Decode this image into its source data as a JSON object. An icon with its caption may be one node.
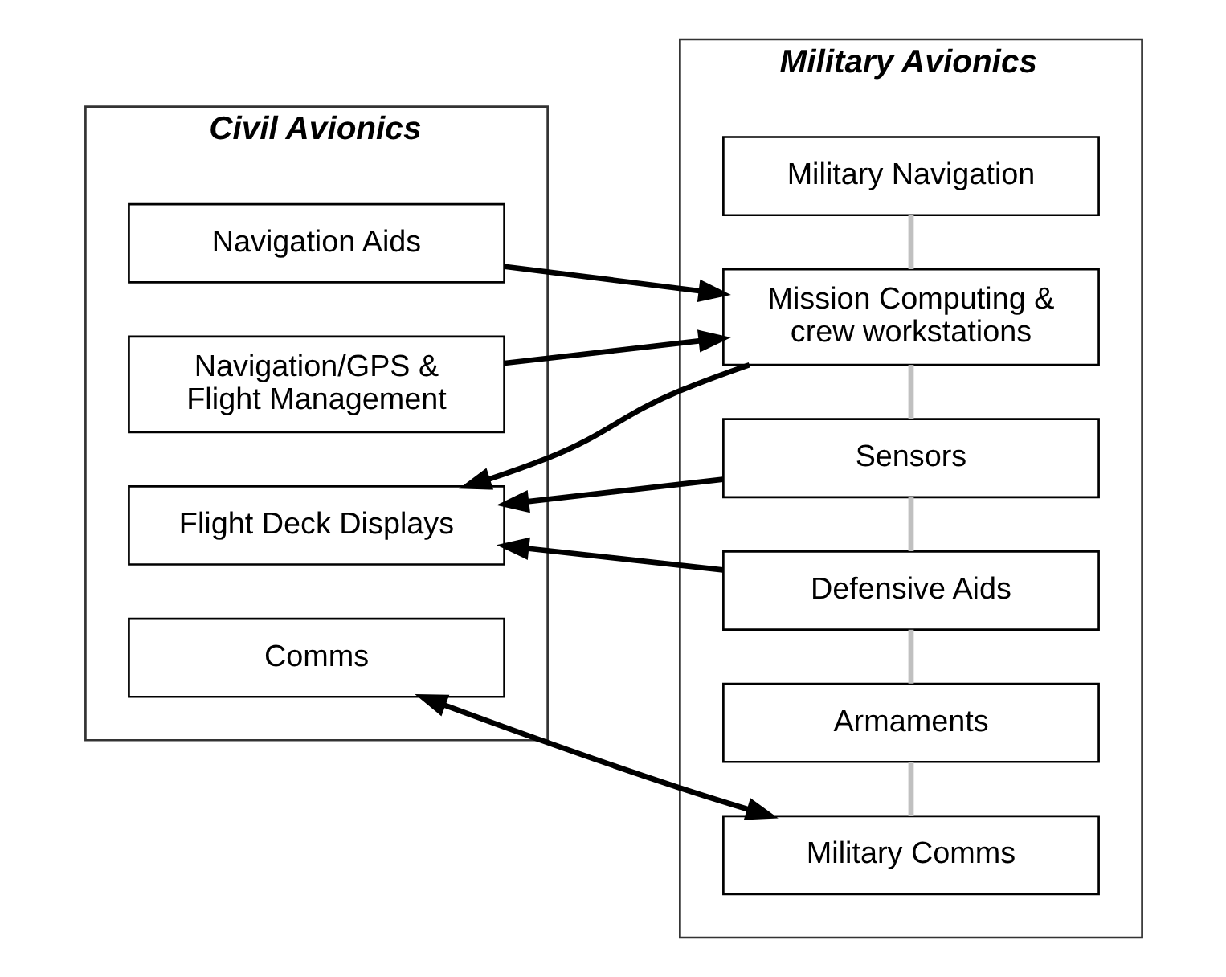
{
  "diagram": {
    "nodes": [
      {
        "text": [
          "Civil Avionics"
        ]
      },
      {
        "text": [
          "Navigation Aids"
        ],
        "in": 0
      },
      {
        "text": [
          "Navigation/GPS & Flight Management"
        ],
        "in": 0
      },
      {
        "text": [
          "Flight Deck Displays"
        ],
        "in": 0
      },
      {
        "text": [
          "Comms"
        ],
        "in": 0
      },
      {
        "text": [
          "Military Avionics"
        ]
      },
      {
        "text": [
          "Military Navigation"
        ],
        "in": 5
      },
      {
        "text": [
          "Mission Computing & crew workstations"
        ],
        "in": 5
      },
      {
        "text": [
          "Sensors"
        ],
        "in": 5
      },
      {
        "text": [
          "Defensive Aids"
        ],
        "in": 5
      },
      {
        "text": [
          "Armaments"
        ],
        "in": 5
      },
      {
        "text": [
          "Military Comms"
        ],
        "in": 5
      }
    ],
    "edges": [
      {
        "from": 1,
        "to": 7,
        "arrow": "to"
      },
      {
        "from": 2,
        "to": 7,
        "arrow": "to"
      },
      {
        "from": 7,
        "to": 3,
        "arrow": "to"
      },
      {
        "from": 8,
        "to": 3,
        "arrow": "to"
      },
      {
        "from": 9,
        "to": 3,
        "arrow": "to"
      },
      {
        "from": 4,
        "to": 11,
        "arrow": "both"
      },
      {
        "from": 6,
        "to": 7,
        "arrow": "none",
        "color": "#c0c0c0"
      },
      {
        "from": 7,
        "to": 8,
        "arrow": "none",
        "color": "#c0c0c0"
      },
      {
        "from": 8,
        "to": 9,
        "arrow": "none",
        "color": "#c0c0c0"
      },
      {
        "from": 9,
        "to": 10,
        "arrow": "none",
        "color": "#c0c0c0"
      },
      {
        "from": 10,
        "to": 11,
        "arrow": "none",
        "color": "#c0c0c0"
      }
    ]
  }
}
